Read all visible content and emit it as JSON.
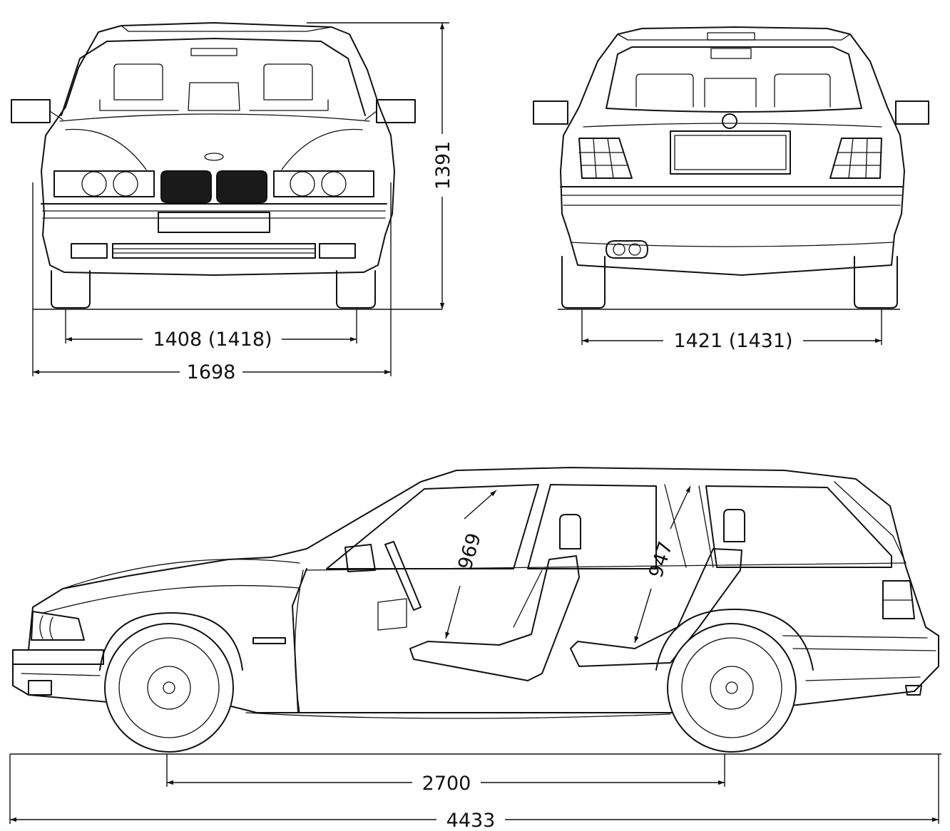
{
  "dimensions": {
    "front_track": "1408 (1418)",
    "rear_track": "1421 (1431)",
    "overall_width": "1698",
    "overall_height": "1391",
    "wheelbase": "2700",
    "overall_length": "4433",
    "front_headroom": "969",
    "rear_headroom": "947"
  }
}
